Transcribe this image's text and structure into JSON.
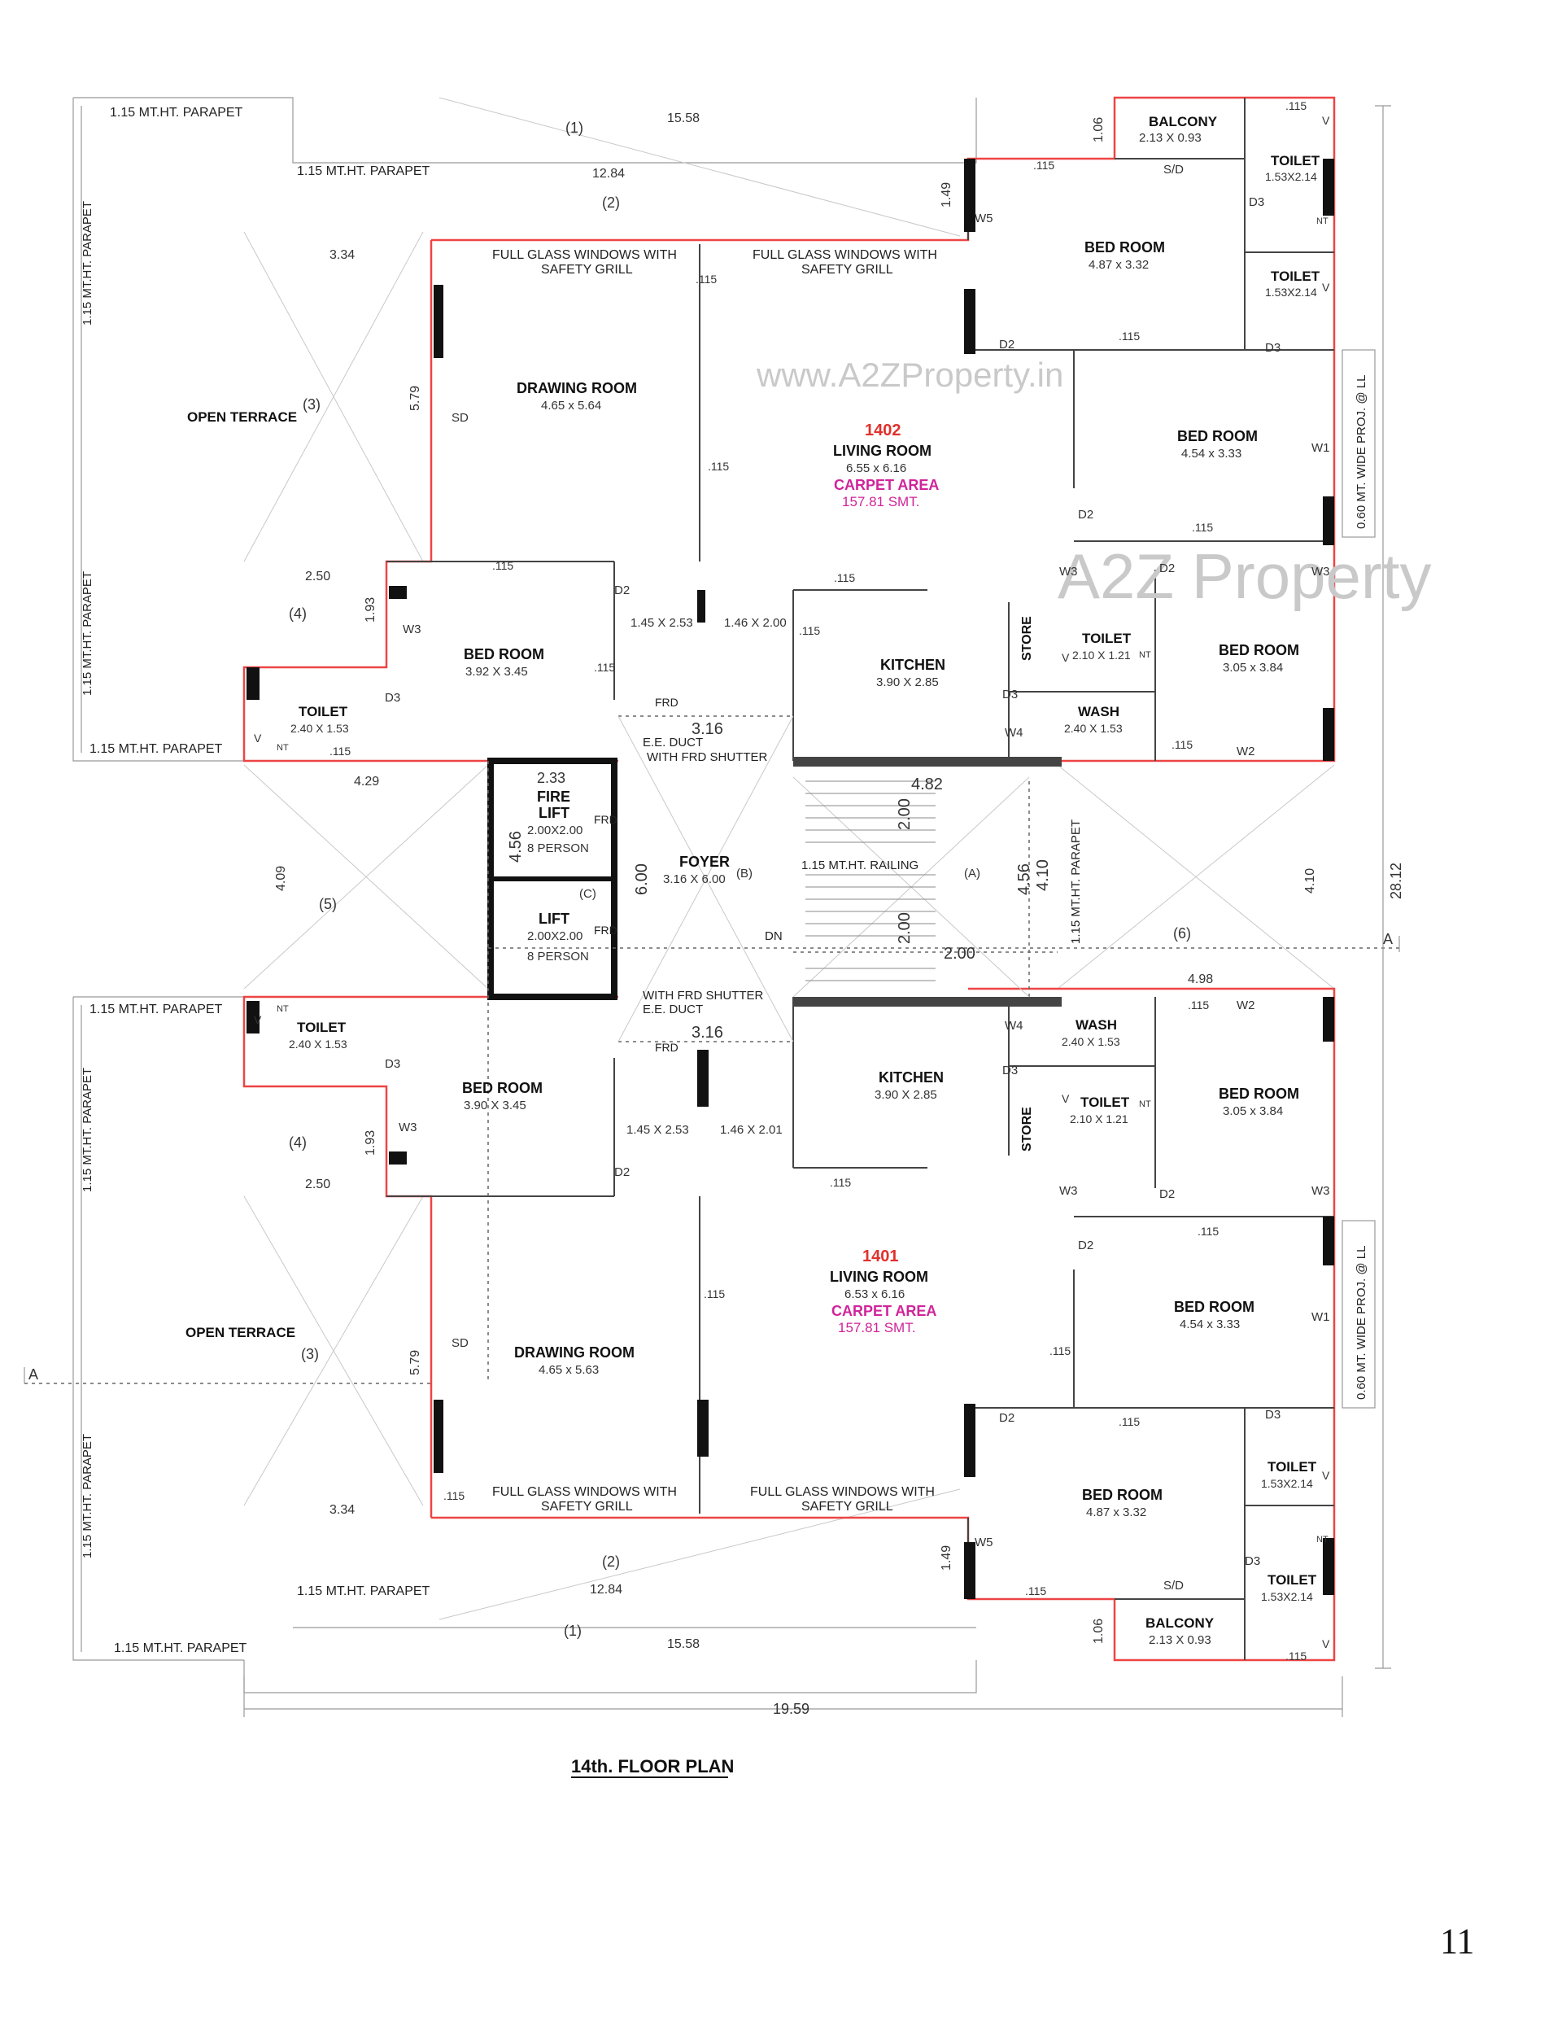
{
  "plan_title": "14th. FLOOR PLAN",
  "page_number": "11",
  "watermark": {
    "url": "www.A2ZProperty.in",
    "brand": "A2Z Property"
  },
  "parapet": "1.15 MT.HT. PARAPET",
  "railing": "1.15 MT.HT. RAILING",
  "projection": "0.60 MT. WIDE PROJ. @ LL",
  "glass_windows": "FULL GLASS WINDOWS WITH",
  "safety_grill": "SAFETY GRILL",
  "frd_shutter": "WITH FRD SHUTTER",
  "ele_duct": "E.E. DUCT",
  "ele_duct_2": "E.E. DUCT",
  "frd": "FRD",
  "dn": "DN",
  "section_mark": "A",
  "overall": {
    "width": "19.59",
    "height": "28.12"
  },
  "flat_1402": {
    "number": "1402",
    "living": {
      "name": "LIVING ROOM",
      "size": "6.55 x 6.16"
    },
    "carpet_label": "CARPET AREA",
    "carpet_value": "157.81 SMT.",
    "drawing": {
      "name": "DRAWING ROOM",
      "size": "4.65 x 5.64"
    },
    "balcony": {
      "name": "BALCONY",
      "size": "2.13 X 0.93"
    },
    "toilet_a": {
      "name": "TOILET",
      "size": "1.53X2.14"
    },
    "toilet_b": {
      "name": "TOILET",
      "size": "1.53X2.14"
    },
    "bed_top": {
      "name": "BED ROOM",
      "size": "4.87 x 3.32"
    },
    "bed_right": {
      "name": "BED ROOM",
      "size": "4.54 x 3.33"
    },
    "bed_corner": {
      "name": "BED ROOM",
      "size": "3.05 x 3.84"
    },
    "bed_left": {
      "name": "BED ROOM",
      "size": "3.92 X 3.45"
    },
    "toilet_left": {
      "name": "TOILET",
      "size": "2.40 X 1.53"
    },
    "kitchen": {
      "name": "KITCHEN",
      "size": "3.90 X 2.85"
    },
    "store": "STORE",
    "toilet_small": {
      "name": "TOILET",
      "size": "2.10 X 1.21"
    },
    "wash": {
      "name": "WASH",
      "size": "2.40 X 1.53"
    },
    "open_terrace": "OPEN TERRACE",
    "pass_a": "1.45 X 2.53",
    "pass_b": "1.46 X 2.00"
  },
  "flat_1401": {
    "number": "1401",
    "living": {
      "name": "LIVING ROOM",
      "size": "6.53 x 6.16"
    },
    "carpet_label": "CARPET AREA",
    "carpet_value": "157.81 SMT.",
    "drawing": {
      "name": "DRAWING ROOM",
      "size": "4.65 x 5.63"
    },
    "balcony": {
      "name": "BALCONY",
      "size": "2.13 X 0.93"
    },
    "toilet_a": {
      "name": "TOILET",
      "size": "1.53X2.14"
    },
    "toilet_b": {
      "name": "TOILET",
      "size": "1.53X2.14"
    },
    "bed_bottom": {
      "name": "BED ROOM",
      "size": "4.87 x 3.32"
    },
    "bed_right": {
      "name": "BED ROOM",
      "size": "4.54 x 3.33"
    },
    "bed_corner": {
      "name": "BED ROOM",
      "size": "3.05 x 3.84"
    },
    "bed_left": {
      "name": "BED ROOM",
      "size": "3.90 X 3.45"
    },
    "toilet_left": {
      "name": "TOILET",
      "size": "2.40 X 1.53"
    },
    "kitchen": {
      "name": "KITCHEN",
      "size": "3.90 X 2.85"
    },
    "store": "STORE",
    "toilet_small": {
      "name": "TOILET",
      "size": "2.10 X 1.21"
    },
    "wash": {
      "name": "WASH",
      "size": "2.40 X 1.53"
    },
    "open_terrace": "OPEN TERRACE",
    "pass_a": "1.45 X 2.53",
    "pass_b": "1.46 X 2.01"
  },
  "core": {
    "fire_lift": {
      "name": "FIRE",
      "name2": "LIFT",
      "size": "2.00X2.00",
      "capacity": "8 PERSON"
    },
    "lift": {
      "name": "LIFT",
      "size": "2.00X2.00",
      "capacity": "8 PERSON"
    },
    "foyer": {
      "name": "FOYER",
      "size": "3.16 X 6.00",
      "tag": "(B)"
    },
    "c_tag": "(C)",
    "a_tag": "(A)",
    "d233": "2.33",
    "d456": "4.56",
    "d600": "6.00",
    "d316": "3.16",
    "d482": "4.82",
    "d200": "2.00",
    "d410": "4.10"
  },
  "dims": {
    "d1558": "15.58",
    "d1284": "12.84",
    "d334": "3.34",
    "d579": "5.79",
    "d250": "2.50",
    "d193": "1.93",
    "d429": "4.29",
    "d409": "4.09",
    "d498": "4.98",
    "d106": "1.06",
    "d149": "1.49",
    "d115": ".115",
    "t1": "(1)",
    "t2": "(2)",
    "t3": "(3)",
    "t4": "(4)",
    "t5": "(5)",
    "t6": "(6)"
  },
  "tags": {
    "w1": "W1",
    "w2": "W2",
    "w3": "W3",
    "w4": "W4",
    "w5": "W5",
    "d2": "D2",
    "d3": "D3",
    "sd": "SD",
    "sd2": "S/D",
    "v": "V",
    "nt": "NT"
  }
}
